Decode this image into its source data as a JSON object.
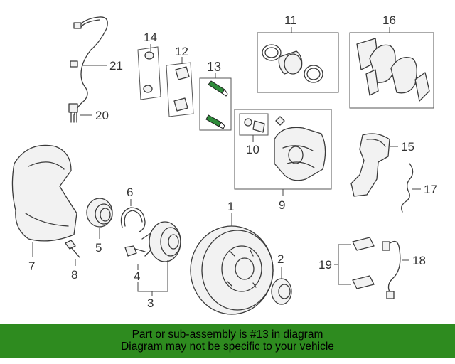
{
  "diagram": {
    "callouts": [
      {
        "id": "c1",
        "label": "1"
      },
      {
        "id": "c2",
        "label": "2"
      },
      {
        "id": "c3",
        "label": "3"
      },
      {
        "id": "c4",
        "label": "4"
      },
      {
        "id": "c5",
        "label": "5"
      },
      {
        "id": "c6",
        "label": "6"
      },
      {
        "id": "c7",
        "label": "7"
      },
      {
        "id": "c8",
        "label": "8"
      },
      {
        "id": "c9",
        "label": "9"
      },
      {
        "id": "c10",
        "label": "10"
      },
      {
        "id": "c11",
        "label": "11"
      },
      {
        "id": "c12",
        "label": "12"
      },
      {
        "id": "c13",
        "label": "13"
      },
      {
        "id": "c14",
        "label": "14"
      },
      {
        "id": "c15",
        "label": "15"
      },
      {
        "id": "c16",
        "label": "16"
      },
      {
        "id": "c17",
        "label": "17"
      },
      {
        "id": "c18",
        "label": "18"
      },
      {
        "id": "c19",
        "label": "19"
      },
      {
        "id": "c20",
        "label": "20"
      },
      {
        "id": "c21",
        "label": "21"
      }
    ],
    "highlighted_part": "13",
    "highlight_color": "#2e8b3a"
  },
  "banner": {
    "line1": "Part or sub-assembly is #13 in diagram",
    "line2": "Diagram may not be specific to your vehicle",
    "background": "#2e8b1f"
  }
}
